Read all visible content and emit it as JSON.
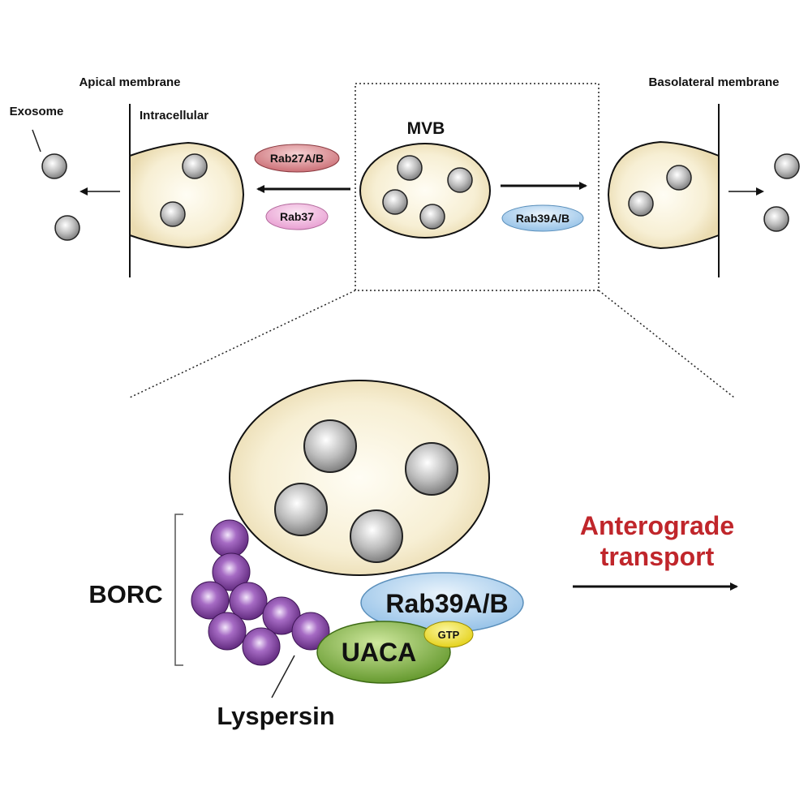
{
  "labels": {
    "apical_membrane": "Apical membrane",
    "basolateral_membrane": "Basolateral membrane",
    "exosome": "Exosome",
    "intracellular": "Intracellular",
    "mvb": "MVB",
    "rab27": "Rab27A/B",
    "rab37": "Rab37",
    "rab39_small": "Rab39A/B",
    "rab39_large": "Rab39A/B",
    "borc": "BORC",
    "uaca": "UACA",
    "gtp": "GTP",
    "lyspersin": "Lyspersin",
    "anterograde_line1": "Anterograde",
    "anterograde_line2": "transport"
  },
  "colors": {
    "vesicle_fill": "#f7efd4",
    "exosome_grey": "#a9a9a9",
    "rab27": "#d9868c",
    "rab37": "#f2b6dc",
    "rab39": "#a9d0ee",
    "uaca": "#7fb53a",
    "gtp": "#f1e21a",
    "borc_purple": "#7a3e98",
    "anterograde_red": "#c0262b"
  }
}
